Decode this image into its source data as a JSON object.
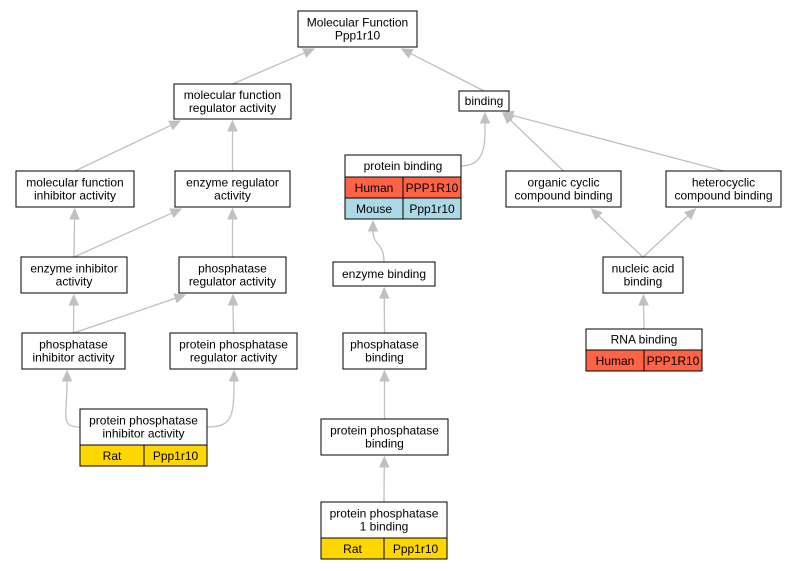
{
  "colors": {
    "human": "#ff6347",
    "mouse": "#add8e6",
    "rat": "#ffd700",
    "edge": "#c0c0c0"
  },
  "nodes": [
    {
      "id": "molecular-function-ppp1r10",
      "lines": [
        "Molecular Function",
        "Ppp1r10"
      ]
    },
    {
      "id": "molecular-function-regulator-activity",
      "lines": [
        "molecular function",
        "regulator activity"
      ]
    },
    {
      "id": "binding",
      "lines": [
        "binding"
      ]
    },
    {
      "id": "molecular-function-inhibitor-activity",
      "lines": [
        "molecular function",
        "inhibitor activity"
      ]
    },
    {
      "id": "enzyme-regulator-activity",
      "lines": [
        "enzyme regulator",
        "activity"
      ]
    },
    {
      "id": "protein-binding",
      "lines": [
        "protein binding"
      ],
      "annotations": [
        {
          "species": "Human",
          "gene": "PPP1R10",
          "color": "human"
        },
        {
          "species": "Mouse",
          "gene": "Ppp1r10",
          "color": "mouse"
        }
      ]
    },
    {
      "id": "organic-cyclic-compound-binding",
      "lines": [
        "organic cyclic",
        "compound binding"
      ]
    },
    {
      "id": "heterocyclic-compound-binding",
      "lines": [
        "heterocyclic",
        "compound binding"
      ]
    },
    {
      "id": "enzyme-inhibitor-activity",
      "lines": [
        "enzyme inhibitor",
        "activity"
      ]
    },
    {
      "id": "phosphatase-regulator-activity",
      "lines": [
        "phosphatase",
        "regulator activity"
      ]
    },
    {
      "id": "enzyme-binding",
      "lines": [
        "enzyme binding"
      ]
    },
    {
      "id": "nucleic-acid-binding",
      "lines": [
        "nucleic acid",
        "binding"
      ]
    },
    {
      "id": "phosphatase-inhibitor-activity",
      "lines": [
        "phosphatase",
        "inhibitor activity"
      ]
    },
    {
      "id": "protein-phosphatase-regulator-activity",
      "lines": [
        "protein phosphatase",
        "regulator activity"
      ]
    },
    {
      "id": "phosphatase-binding",
      "lines": [
        "phosphatase",
        "binding"
      ]
    },
    {
      "id": "rna-binding",
      "lines": [
        "RNA binding"
      ],
      "annotations": [
        {
          "species": "Human",
          "gene": "PPP1R10",
          "color": "human"
        }
      ]
    },
    {
      "id": "protein-phosphatase-inhibitor-activity",
      "lines": [
        "protein phosphatase",
        "inhibitor activity"
      ],
      "annotations": [
        {
          "species": "Rat",
          "gene": "Ppp1r10",
          "color": "rat"
        }
      ]
    },
    {
      "id": "protein-phosphatase-binding",
      "lines": [
        "protein phosphatase",
        "binding"
      ]
    },
    {
      "id": "protein-phosphatase-1-binding",
      "lines": [
        "protein phosphatase",
        "1 binding"
      ],
      "annotations": [
        {
          "species": "Rat",
          "gene": "Ppp1r10",
          "color": "rat"
        }
      ]
    }
  ],
  "edges": [
    {
      "from": "molecular-function-regulator-activity",
      "to": "molecular-function-ppp1r10"
    },
    {
      "from": "binding",
      "to": "molecular-function-ppp1r10"
    },
    {
      "from": "molecular-function-inhibitor-activity",
      "to": "molecular-function-regulator-activity"
    },
    {
      "from": "enzyme-regulator-activity",
      "to": "molecular-function-regulator-activity"
    },
    {
      "from": "protein-binding",
      "to": "binding"
    },
    {
      "from": "organic-cyclic-compound-binding",
      "to": "binding"
    },
    {
      "from": "heterocyclic-compound-binding",
      "to": "binding"
    },
    {
      "from": "enzyme-inhibitor-activity",
      "to": "molecular-function-inhibitor-activity"
    },
    {
      "from": "enzyme-inhibitor-activity",
      "to": "enzyme-regulator-activity"
    },
    {
      "from": "phosphatase-regulator-activity",
      "to": "enzyme-regulator-activity"
    },
    {
      "from": "enzyme-binding",
      "to": "protein-binding"
    },
    {
      "from": "nucleic-acid-binding",
      "to": "organic-cyclic-compound-binding"
    },
    {
      "from": "nucleic-acid-binding",
      "to": "heterocyclic-compound-binding"
    },
    {
      "from": "phosphatase-inhibitor-activity",
      "to": "enzyme-inhibitor-activity"
    },
    {
      "from": "phosphatase-inhibitor-activity",
      "to": "phosphatase-regulator-activity"
    },
    {
      "from": "protein-phosphatase-regulator-activity",
      "to": "phosphatase-regulator-activity"
    },
    {
      "from": "phosphatase-binding",
      "to": "enzyme-binding"
    },
    {
      "from": "rna-binding",
      "to": "nucleic-acid-binding"
    },
    {
      "from": "protein-phosphatase-inhibitor-activity",
      "to": "phosphatase-inhibitor-activity"
    },
    {
      "from": "protein-phosphatase-inhibitor-activity",
      "to": "protein-phosphatase-regulator-activity"
    },
    {
      "from": "protein-phosphatase-binding",
      "to": "phosphatase-binding"
    },
    {
      "from": "protein-phosphatase-1-binding",
      "to": "protein-phosphatase-binding"
    }
  ]
}
